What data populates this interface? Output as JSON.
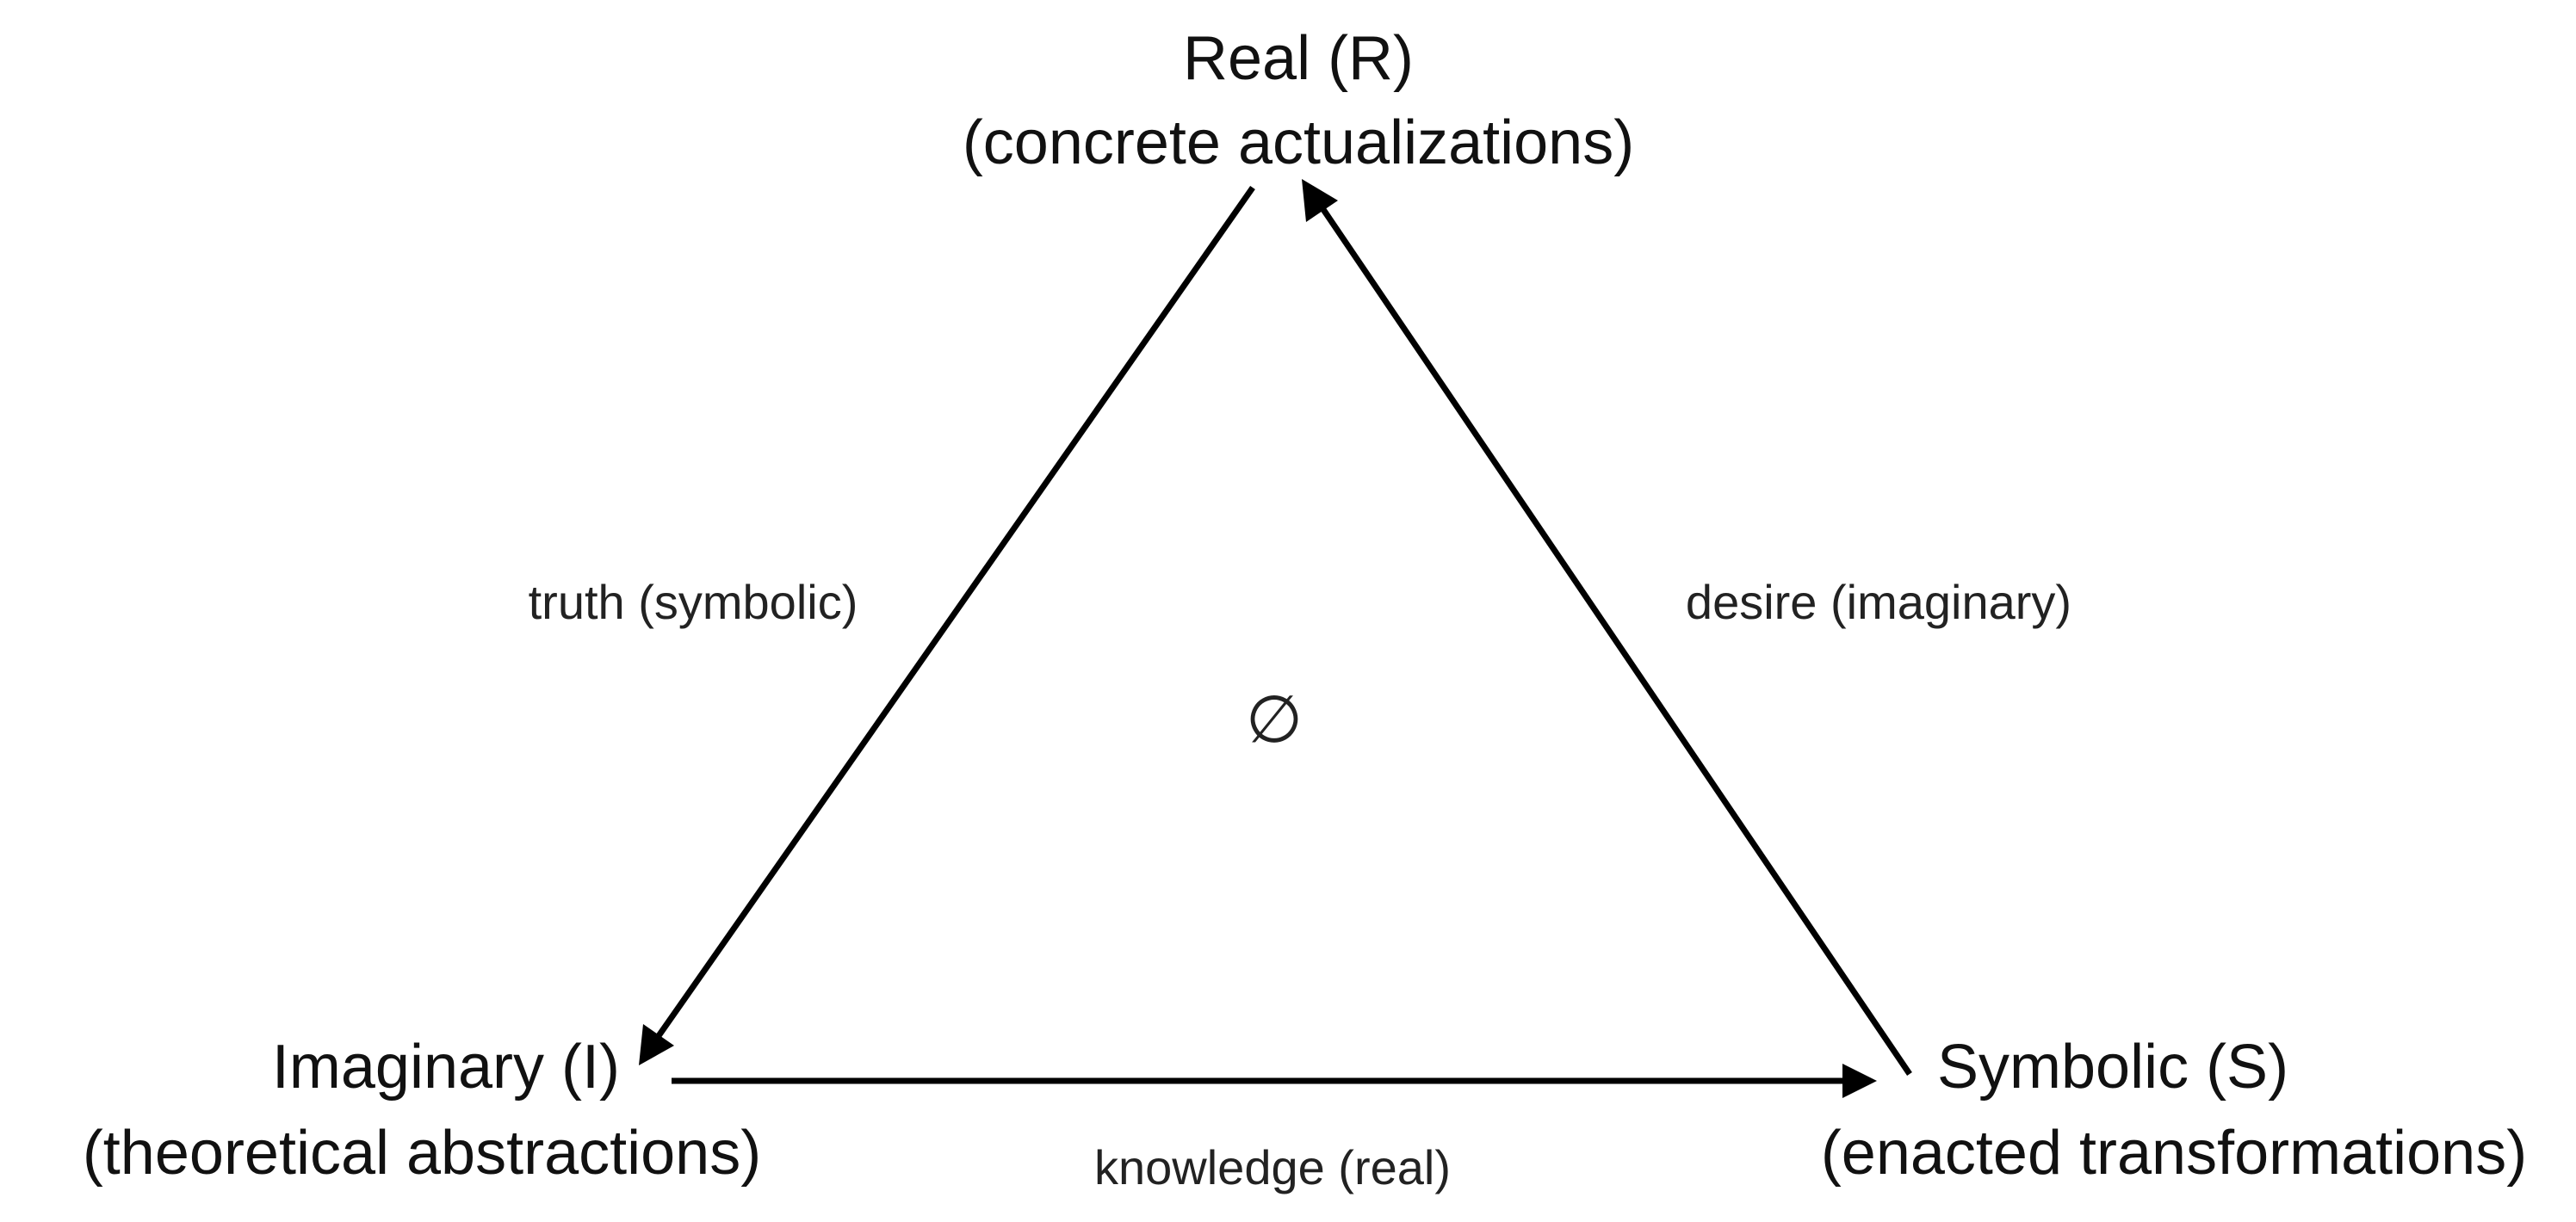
{
  "nodes": {
    "real": {
      "title": "Real (R)",
      "subtitle": "(concrete actualizations)"
    },
    "imaginary": {
      "title": "Imaginary (I)",
      "subtitle": "(theoretical abstractions)"
    },
    "symbolic": {
      "title": "Symbolic (S)",
      "subtitle": "(enacted transformations)"
    }
  },
  "edges": {
    "real_to_imaginary": {
      "label": "truth (symbolic)"
    },
    "symbolic_to_real": {
      "label": "desire (imaginary)"
    },
    "imaginary_to_symbolic": {
      "label": "knowledge (real)"
    }
  },
  "center": {
    "symbol": "∅"
  }
}
